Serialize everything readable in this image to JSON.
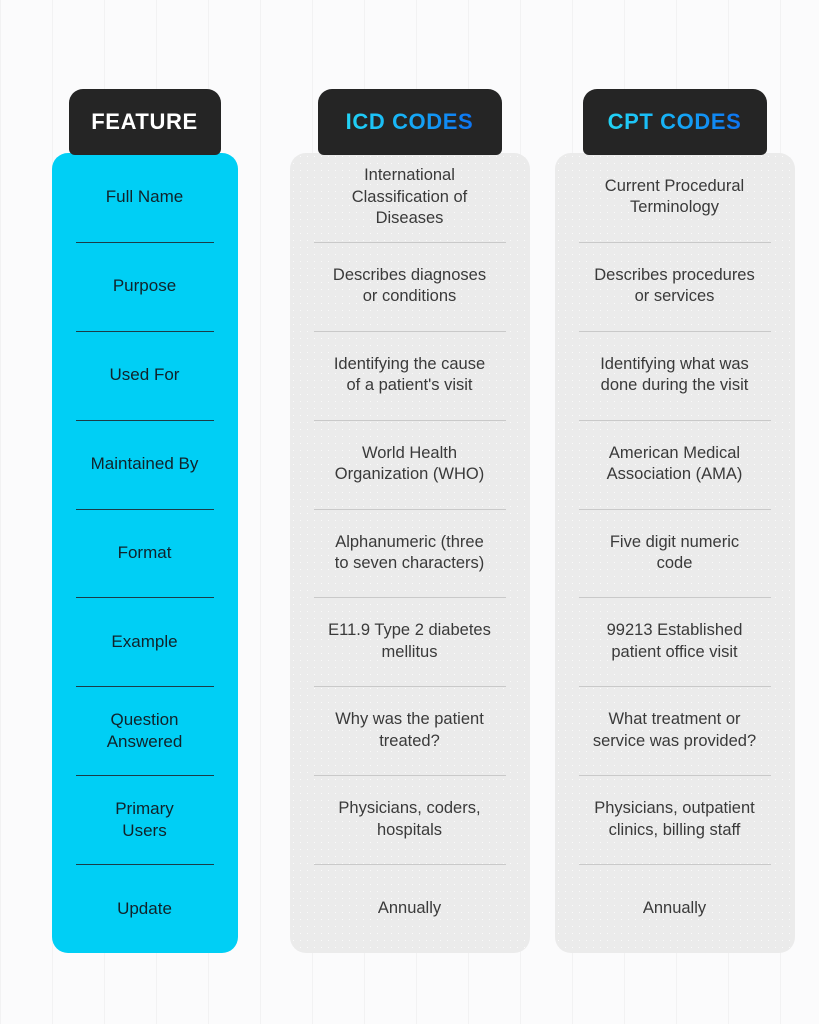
{
  "background": {
    "color": "#fbfbfc",
    "gridline_color": "rgba(0,0,0,0.035)"
  },
  "colors": {
    "header_card": "#252525",
    "feature_card": "#00cff5",
    "value_card": "#ebebeb",
    "header_gradient_start": "#22d3f5",
    "header_gradient_end": "#0d74f2",
    "feature_divider": "#1a3c48",
    "value_divider": "#c9c9c9"
  },
  "columns": [
    {
      "key": "feature",
      "header": "FEATURE",
      "header_style": "plain",
      "cells": [
        "Full Name",
        "Purpose",
        "Used For",
        "Maintained By",
        "Format",
        "Example",
        "Question\nAnswered",
        "Primary\nUsers",
        "Update"
      ]
    },
    {
      "key": "icd",
      "header": "ICD CODES",
      "header_style": "gradient",
      "cells": [
        "International\nClassification of\nDiseases",
        "Describes diagnoses\nor conditions",
        "Identifying the cause\nof a patient's visit",
        "World Health\nOrganization (WHO)",
        "Alphanumeric (three\nto seven characters)",
        "E11.9 Type 2 diabetes\nmellitus",
        "Why was the patient\ntreated?",
        "Physicians, coders,\nhospitals",
        "Annually"
      ]
    },
    {
      "key": "cpt",
      "header": "CPT CODES",
      "header_style": "gradient",
      "cells": [
        "Current Procedural\nTerminology",
        "Describes procedures\nor services",
        "Identifying what was\ndone during the visit",
        "American Medical\nAssociation (AMA)",
        "Five digit numeric\ncode",
        "99213 Established\npatient office visit",
        "What treatment or\nservice was provided?",
        "Physicians, outpatient\nclinics, billing staff",
        "Annually"
      ]
    }
  ]
}
